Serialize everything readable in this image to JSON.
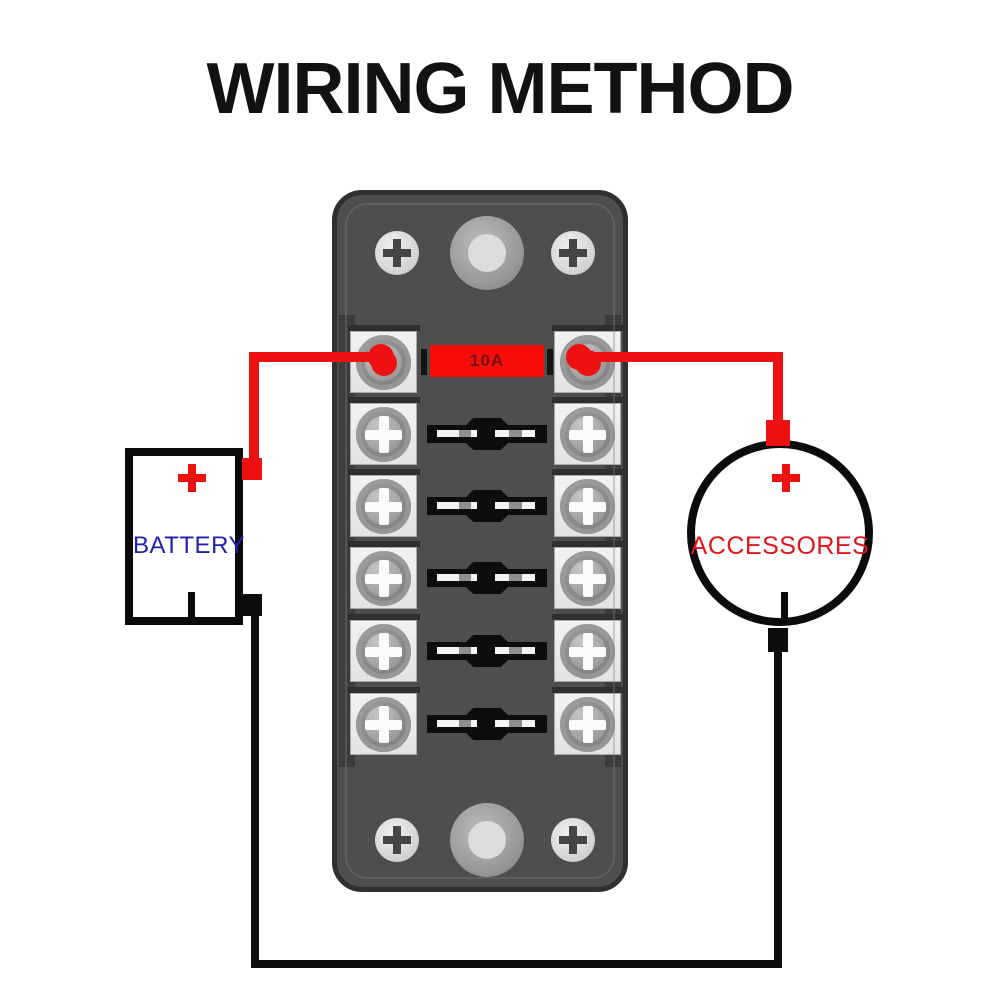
{
  "title": "WIRING METHOD",
  "battery": {
    "label": "BATTERY",
    "positive_symbol": "+",
    "negative_symbol": "|"
  },
  "accessories": {
    "label": "ACCESSORES",
    "positive_symbol": "+",
    "negative_symbol": "|"
  },
  "fuse_block": {
    "terminal_rows": 6,
    "terminals_per_row": 2,
    "rows": [
      {
        "type": "red-fuse",
        "label": "10A"
      },
      {
        "type": "blade-fuse"
      },
      {
        "type": "blade-fuse"
      },
      {
        "type": "blade-fuse"
      },
      {
        "type": "blade-fuse"
      },
      {
        "type": "blade-fuse"
      }
    ]
  },
  "colors": {
    "wire_positive": "#ee1111",
    "wire_negative": "#0d0d0d",
    "fuse_red": "#f80c08",
    "fuse_label_text": "#6b1310",
    "battery_label_text": "#2222b2",
    "accessories_label_text": "#e2151c",
    "box_body": "#4e4e4e"
  }
}
